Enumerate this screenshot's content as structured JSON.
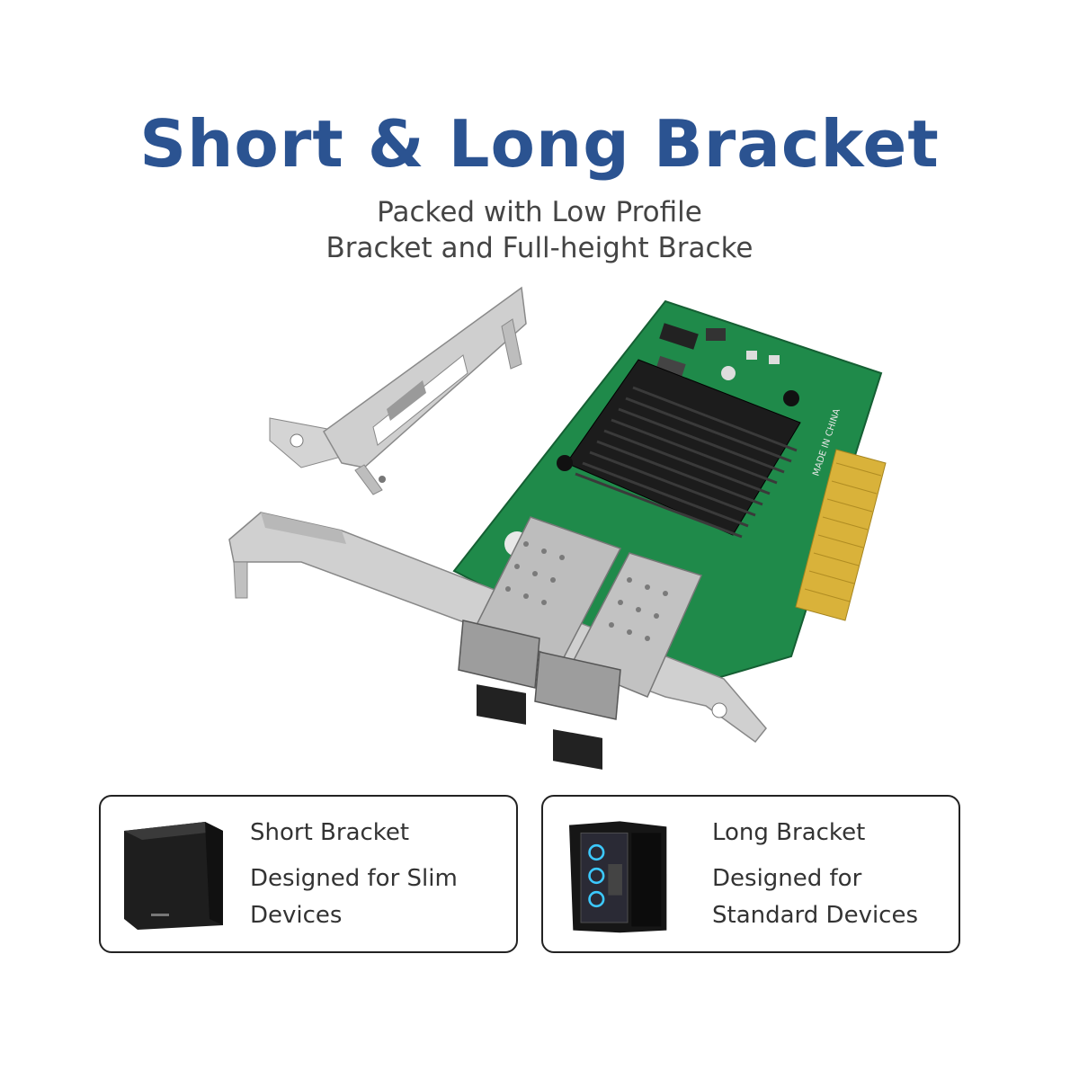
{
  "header": {
    "title": "Short & Long Bracket",
    "subtitle_line1": "Packed with Low Profile",
    "subtitle_line2": "Bracket and Full-height Bracke"
  },
  "product": {
    "board_marking": "MADE IN CHINA"
  },
  "cards": [
    {
      "label": "Short Bracket",
      "description": "Designed for Slim\nDevices",
      "icon": "small-form-factor-pc"
    },
    {
      "label": "Long Bracket",
      "description": "Designed for\nStandard Devices",
      "icon": "tower-pc-case"
    }
  ],
  "colors": {
    "title": "#2b5391",
    "subtitle": "#444444",
    "card_text": "#333333",
    "pcb": "#1f8a4a",
    "bracket": "#c9c9c9"
  }
}
